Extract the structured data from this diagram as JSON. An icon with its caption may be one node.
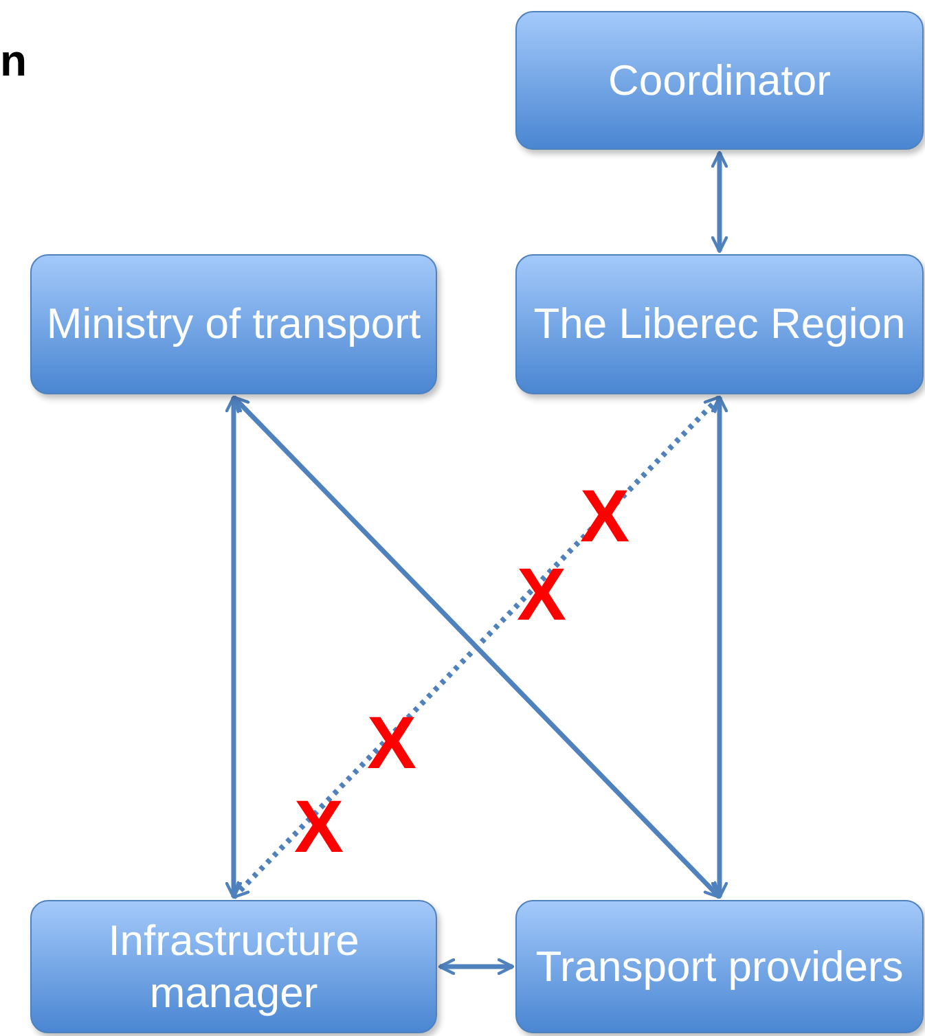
{
  "diagram": {
    "nodes": [
      {
        "text": [
          "Coordinator"
        ]
      },
      {
        "text": [
          "Ministry of transport"
        ]
      },
      {
        "text": [
          "The Liberec Region"
        ]
      },
      {
        "text": [
          "Infrastructure manager"
        ]
      },
      {
        "text": [
          "Transport providers"
        ]
      }
    ],
    "edges": [
      {
        "from": 0,
        "to": 2,
        "arrow": "both"
      },
      {
        "from": 1,
        "to": 3,
        "arrow": "both"
      },
      {
        "from": 1,
        "to": 4,
        "arrow": "both"
      },
      {
        "from": 2,
        "to": 4,
        "arrow": "both"
      },
      {
        "from": 3,
        "to": 2,
        "arrow": "both",
        "style": "dashed"
      },
      {
        "from": 3,
        "to": 4,
        "arrow": "both"
      }
    ],
    "labels": [
      "n",
      "X",
      "X",
      "X",
      "X"
    ]
  }
}
